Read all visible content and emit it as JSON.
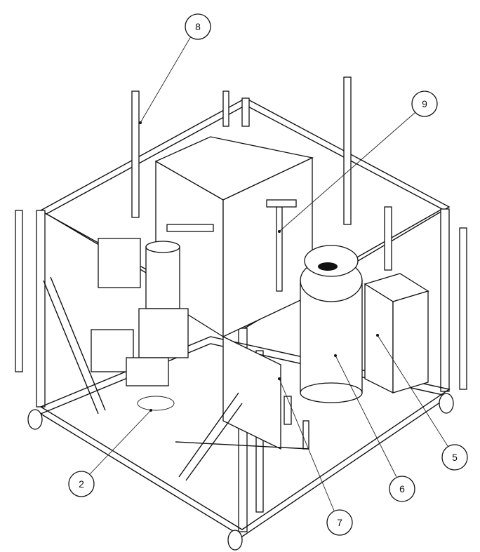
{
  "drawing": {
    "callouts": [
      {
        "label": "8"
      },
      {
        "label": "9"
      },
      {
        "label": "5"
      },
      {
        "label": "6"
      },
      {
        "label": "7"
      },
      {
        "label": "2"
      }
    ]
  }
}
